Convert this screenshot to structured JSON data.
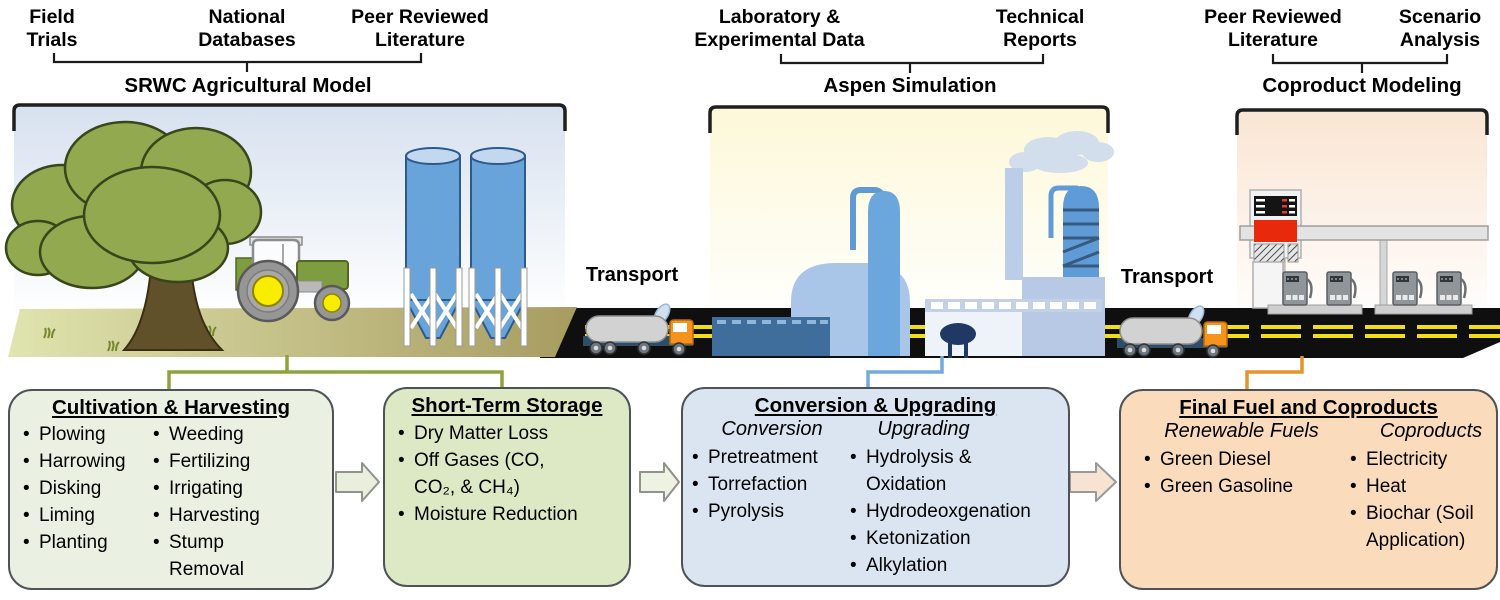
{
  "pipeline": {
    "stages": [
      {
        "model": "SRWC Agricultural Model",
        "inputs": [
          "Field Trials",
          "National Databases",
          "Peer Reviewed Literature"
        ]
      },
      {
        "model": "Aspen Simulation",
        "inputs": [
          "Laboratory & Experimental Data",
          "Technical Reports"
        ]
      },
      {
        "model": "Coproduct Modeling",
        "inputs": [
          "Peer Reviewed Literature",
          "Scenario Analysis"
        ]
      }
    ],
    "transport": [
      "Transport",
      "Transport"
    ]
  },
  "process_boxes": [
    {
      "title": "Cultivation & Harvesting",
      "columns": [
        {
          "items": [
            "Plowing",
            "Harrowing",
            "Disking",
            "Liming",
            "Planting"
          ]
        },
        {
          "items": [
            "Weeding",
            "Fertilizing",
            "Irrigating",
            "Harvesting",
            "Stump Removal"
          ]
        }
      ]
    },
    {
      "title": "Short-Term Storage",
      "columns": [
        {
          "items": [
            "Dry Matter Loss",
            "Off Gases (CO,\nCO₂, & CH₄)",
            "Moisture Reduction"
          ]
        }
      ]
    },
    {
      "title": "Conversion & Upgrading",
      "columns": [
        {
          "header": "Conversion",
          "items": [
            "Pretreatment",
            "Torrefaction",
            "Pyrolysis"
          ]
        },
        {
          "header": "Upgrading",
          "items": [
            "Hydrolysis &\nOxidation",
            "Hydrodeoxgenation",
            "Ketonization",
            "Alkylation"
          ]
        }
      ]
    },
    {
      "title": "Final Fuel and Coproducts",
      "columns": [
        {
          "header": "Renewable Fuels",
          "items": [
            "Green Diesel",
            "Green Gasoline"
          ]
        },
        {
          "header": "Coproducts",
          "items": [
            "Electricity",
            "Heat",
            "Biochar (Soil\nApplication)"
          ]
        }
      ]
    }
  ],
  "colors": {
    "agricultural_connector": "#8fa33d",
    "conversion_connector": "#74aade",
    "coproduct_connector": "#e9932c",
    "box_cultivation": "#ebf1e2",
    "box_storage": "#dde9c4",
    "box_conversion": "#dbe5f2",
    "box_final_fuel": "#fadcbc",
    "road": "#0f0f0f",
    "road_line": "#f2de16"
  }
}
